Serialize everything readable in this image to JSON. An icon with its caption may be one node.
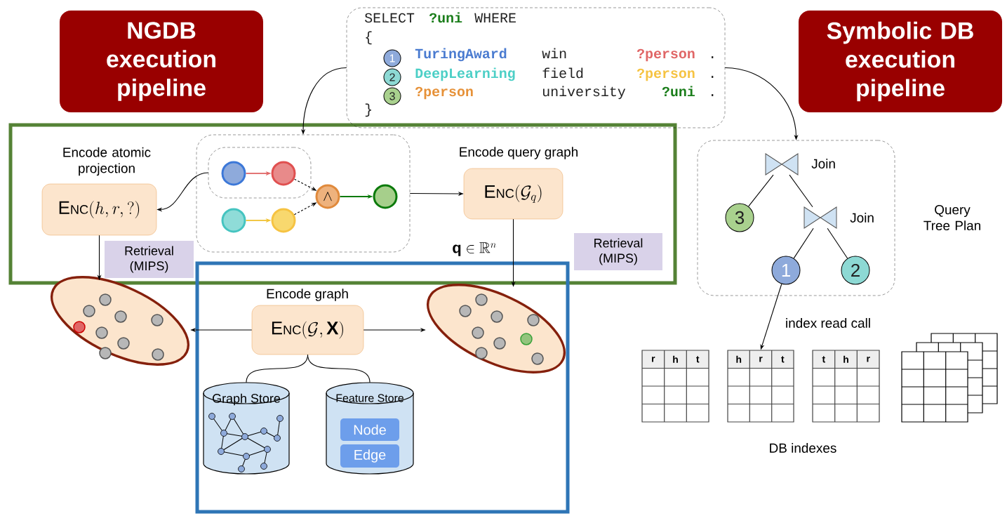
{
  "diagram": {
    "nodes": [
      {
        "text": [
          "NGDB execution pipeline"
        ]
      },
      {
        "text": [
          "SELECT",
          "?uni",
          "WHERE",
          "{",
          "TuringAward",
          "win",
          "?person",
          ".",
          "DeepLearning",
          "field",
          "?person",
          ".",
          "?person",
          "university",
          "?uni",
          ".",
          "}"
        ]
      },
      {
        "text": [
          "1"
        ],
        "in": 1
      },
      {
        "text": [
          "2"
        ],
        "in": 1
      },
      {
        "text": [
          "3"
        ],
        "in": 1
      },
      {
        "text": [
          "Symbolic DB execution pipeline"
        ]
      },
      {
        "text": [
          "Encode atomic projection",
          "\\mathrm{E\\scriptstyle NC}(h, r, ?)"
        ]
      },
      {
        "text": [],
        "shape": "box"
      },
      {
        "text": [],
        "shape": "box",
        "in": 7
      },
      {
        "text": [],
        "shape": "circle",
        "in": 8
      },
      {
        "text": [],
        "shape": "circle",
        "in": 8
      },
      {
        "text": [],
        "shape": "circle",
        "in": 7
      },
      {
        "text": [],
        "shape": "circle",
        "in": 7
      },
      {
        "text": [
          "\\wedge"
        ],
        "in": 7
      },
      {
        "text": [],
        "shape": "circle",
        "in": 7
      },
      {
        "text": [
          "Encode query graph",
          "\\mathrm{E\\scriptstyle NC}(\\mathcal{G}_q)"
        ]
      },
      {
        "text": [],
        "shape": "box",
        "beside": [
          "Query Tree Plan"
        ]
      },
      {
        "text": [],
        "shape": "bowtie",
        "in": 16,
        "beside": [
          "Join"
        ]
      },
      {
        "text": [
          "3"
        ],
        "in": 16
      },
      {
        "text": [],
        "shape": "bowtie",
        "in": 16,
        "beside": [
          "Join"
        ]
      },
      {
        "text": [
          "1"
        ],
        "in": 16
      },
      {
        "text": [
          "2"
        ],
        "in": 16
      },
      {
        "text": [
          "Retrieval (MIPS)"
        ]
      },
      {
        "text": [
          "Retrieval (MIPS)"
        ]
      },
      {
        "text": [],
        "shape": "ellipse"
      },
      {
        "text": [
          "Encode graph",
          "\\mathrm{E\\scriptstyle NC}(\\mathcal{G}, \\mathbf{X})"
        ]
      },
      {
        "text": [],
        "shape": "ellipse"
      },
      {
        "text": [
          "r",
          "h",
          "t"
        ]
      },
      {
        "text": [
          "h",
          "r",
          "t"
        ]
      },
      {
        "text": [
          "t",
          "h",
          "r"
        ]
      },
      {
        "text": [],
        "shape": "table"
      },
      {
        "text": [
          "Graph Store"
        ]
      },
      {
        "text": [
          "Feature Store"
        ]
      },
      {
        "text": [
          "Node"
        ],
        "in": 32
      },
      {
        "text": [
          "Edge"
        ],
        "in": 32
      }
    ],
    "edges": [
      {
        "from": 1,
        "to": 7,
        "arrow": "to"
      },
      {
        "from": 1,
        "to": 16,
        "arrow": "to"
      },
      {
        "from": 8,
        "to": 6,
        "arrow": "to"
      },
      {
        "from": 9,
        "to": 10,
        "arrow": "to",
        "color": "#e06666"
      },
      {
        "from": 11,
        "to": 12,
        "arrow": "to",
        "color": "#f1c232"
      },
      {
        "from": 10,
        "to": 13,
        "arrow": "to",
        "style": "dashed"
      },
      {
        "from": 12,
        "to": 13,
        "arrow": "to",
        "style": "dashed"
      },
      {
        "from": 13,
        "to": 14,
        "arrow": "to",
        "color": "#0b7a0b"
      },
      {
        "from": 7,
        "to": 15,
        "arrow": "to"
      },
      {
        "from": 6,
        "to": 24,
        "arrow": "to"
      },
      {
        "from": 15,
        "to": 26,
        "arrow": "to",
        "label": "\\mathbf{q} \\in \\mathbb{R}^n"
      },
      {
        "from": 25,
        "to": 24,
        "arrow": "to"
      },
      {
        "from": 25,
        "to": 26,
        "arrow": "to"
      },
      {
        "from": 25,
        "to": 31,
        "arrow": "none"
      },
      {
        "from": 25,
        "to": 32,
        "arrow": "none"
      },
      {
        "from": 17,
        "to": 18,
        "arrow": "none"
      },
      {
        "from": 17,
        "to": 19,
        "arrow": "none"
      },
      {
        "from": 19,
        "to": 20,
        "arrow": "none"
      },
      {
        "from": 19,
        "to": 21,
        "arrow": "none"
      },
      {
        "from": 20,
        "to": 28,
        "arrow": "to",
        "label": "index read call"
      }
    ],
    "labels": [
      "DB indexes"
    ]
  }
}
